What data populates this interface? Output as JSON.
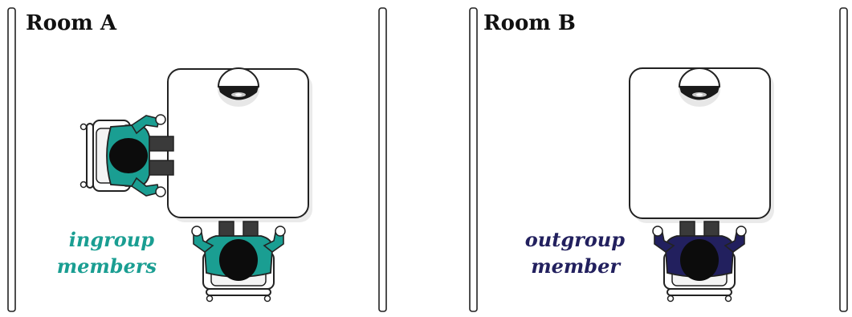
{
  "rooms": [
    {
      "title": "Room A",
      "caption_line1": "ingroup",
      "caption_line2": "members"
    },
    {
      "title": "Room B",
      "caption_line1": "outgroup",
      "caption_line2": "member"
    }
  ],
  "colors": {
    "ingroup": "#1a9e92",
    "outgroup": "#22205e",
    "head": "#0c0c0c",
    "outline": "#222222",
    "chair_back": "#3a3a3a"
  },
  "icons": [
    "camera-icon",
    "person-icon",
    "chair-icon",
    "table-icon",
    "wall-panel"
  ]
}
